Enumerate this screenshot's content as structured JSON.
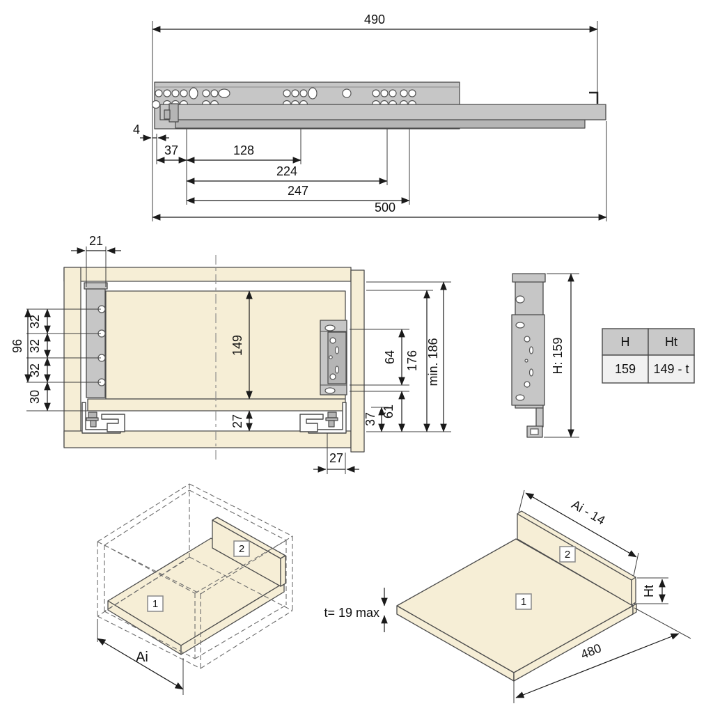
{
  "colors": {
    "wood": "#f6eed6",
    "metal": "#c6c6c6",
    "metal_shadow": "#b5b5b5",
    "outline": "#4a4a4a",
    "dimension_line": "#1a1a1a",
    "hidden_dash": "#6b6b6b",
    "table_header_bg": "#c9c9c9",
    "table_cell_bg": "#f1f1f1"
  },
  "top_view": {
    "d490": "490",
    "d4": "4",
    "d37": "37",
    "d128": "128",
    "d224": "224",
    "d247": "247",
    "d500": "500"
  },
  "section_view": {
    "d21": "21",
    "d96": "96",
    "d32_1": "32",
    "d32_2": "32",
    "d32_3": "32",
    "d30": "30",
    "d149": "149",
    "d27_side": "27",
    "d64": "64",
    "d61": "61",
    "d37_front": "37",
    "d176": "176",
    "d186": "min. 186",
    "d27_bottom": "27"
  },
  "bracket_view": {
    "height": "H: 159"
  },
  "spec_table": {
    "headers": [
      "H",
      "Ht"
    ],
    "row": [
      "159",
      "149 - t"
    ]
  },
  "iso_cabinet": {
    "part1": "1",
    "part2": "2",
    "width": "Ai"
  },
  "iso_panel": {
    "part1": "1",
    "part2": "2",
    "width": "Ai - 14",
    "back_height": "Ht",
    "thickness": "t= 19 max",
    "depth": "480"
  }
}
